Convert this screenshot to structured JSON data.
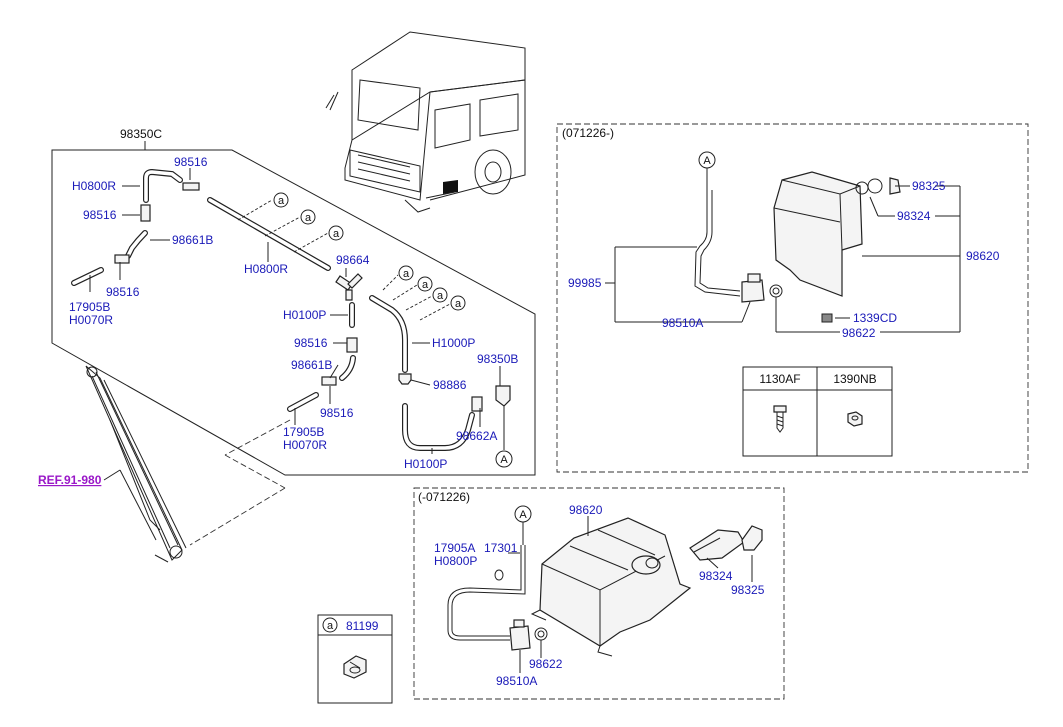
{
  "ref_link": "REF.91-980",
  "circle_mark": "a",
  "circle_callout": "A",
  "left_group": {
    "title": "98350C",
    "labels": [
      "98516",
      "H0800R",
      "98516",
      "98661B",
      "98516",
      "17905B",
      "H0070R",
      "H0800R",
      "98664",
      "H0100P",
      "98516",
      "98661B",
      "98516",
      "17905B",
      "H0070R",
      "H1000P",
      "98350B",
      "98886",
      "98662A",
      "H0100P"
    ]
  },
  "box_new": {
    "title": "(071226-)",
    "labels": [
      "99985",
      "98510A",
      "98325",
      "98324",
      "98620",
      "1339CD",
      "98622"
    ],
    "fasteners_table": {
      "headers": [
        "1130AF",
        "1390NB"
      ]
    }
  },
  "box_old": {
    "title": "(-071226)",
    "labels": [
      "98620",
      "17905A",
      "17301",
      "H0800P",
      "98324",
      "98325",
      "98622",
      "98510A"
    ]
  },
  "legend_box": {
    "mark": "a",
    "part": "81199"
  }
}
